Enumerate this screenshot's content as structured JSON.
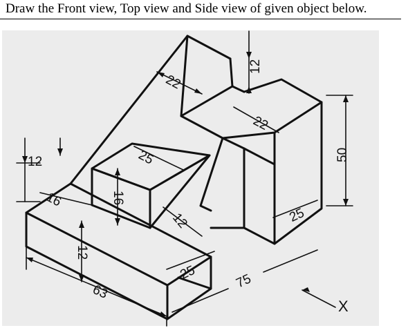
{
  "question": {
    "text": "Draw the Front view, Top view and Side view of given object below."
  },
  "figure": {
    "dimensions": {
      "d22_top": "22",
      "d12_top": "12",
      "d22_mid": "22",
      "d50": "50",
      "d12_left": "12",
      "d25_top": "25",
      "d16": "16",
      "d16_side": "16",
      "d12_mid": "12",
      "d12_front": "12",
      "d25_right": "25",
      "d25_bottom": "25",
      "d63": "63",
      "d75": "75"
    },
    "direction_label": "X"
  }
}
